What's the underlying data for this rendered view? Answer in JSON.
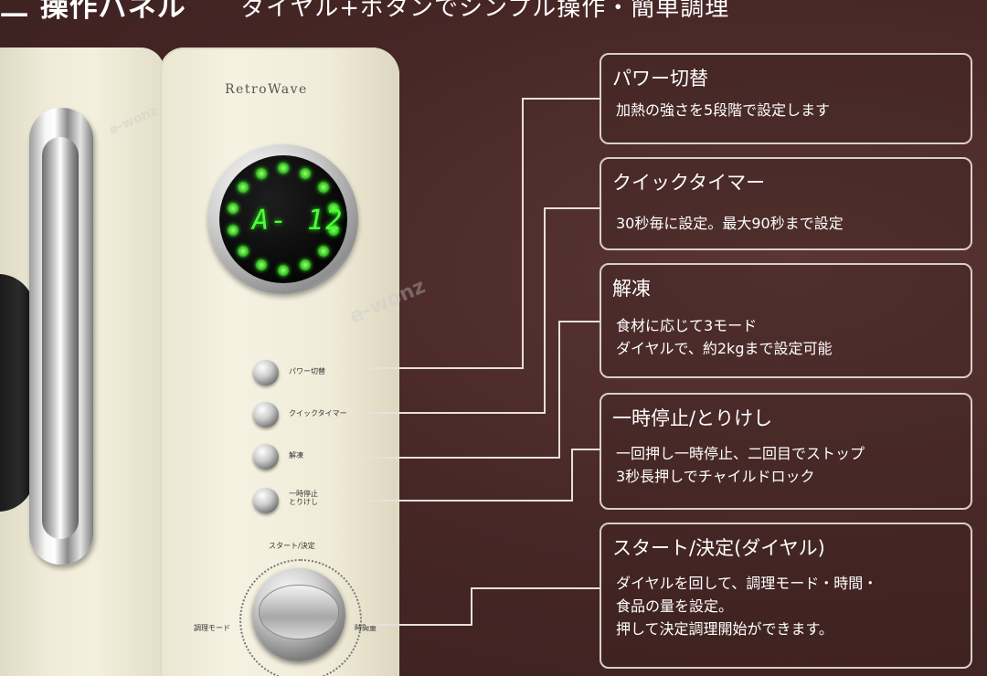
{
  "header": {
    "title": "二 操作パネル",
    "subtitle": "ダイヤル+ボタンでシンプル操作・簡単調理"
  },
  "microwave": {
    "brand": "RetroWave",
    "display_readout": "A- 12",
    "buttons": [
      {
        "label": "パワー切替"
      },
      {
        "label": "クイックタイマー"
      },
      {
        "label": "解凍"
      },
      {
        "label_lines": [
          "一時停止",
          "とりけし"
        ]
      }
    ],
    "dial": {
      "top_label": "スタート/決定",
      "left_label": "調理モード",
      "right_label": "時間量"
    }
  },
  "watermark": "e-wonz",
  "callouts": [
    {
      "title": "パワー切替",
      "body": [
        "加熱の強さを5段階で設定します"
      ]
    },
    {
      "title": "クイックタイマー",
      "body": [
        "30秒毎に設定。最大90秒まで設定"
      ]
    },
    {
      "title": "解凍",
      "body": [
        "食材に応じて3モード",
        "ダイヤルで、約2kgまで設定可能"
      ]
    },
    {
      "title": "一時停止/とりけし",
      "body": [
        "一回押し一時停止、二回目でストップ",
        "3秒長押しでチャイルドロック"
      ]
    },
    {
      "title": "スタート/決定(ダイヤル)",
      "body": [
        "ダイヤルを回して、調理モード・時間・",
        "食品の量を設定。",
        "押して決定調理開始ができます。"
      ]
    }
  ],
  "colors": {
    "background": "#4a2a28",
    "body_cream": "#f1ecd9",
    "led_green": "#3dff2c",
    "callout_border": "#d8cfc7",
    "text_white": "#ffffff"
  }
}
